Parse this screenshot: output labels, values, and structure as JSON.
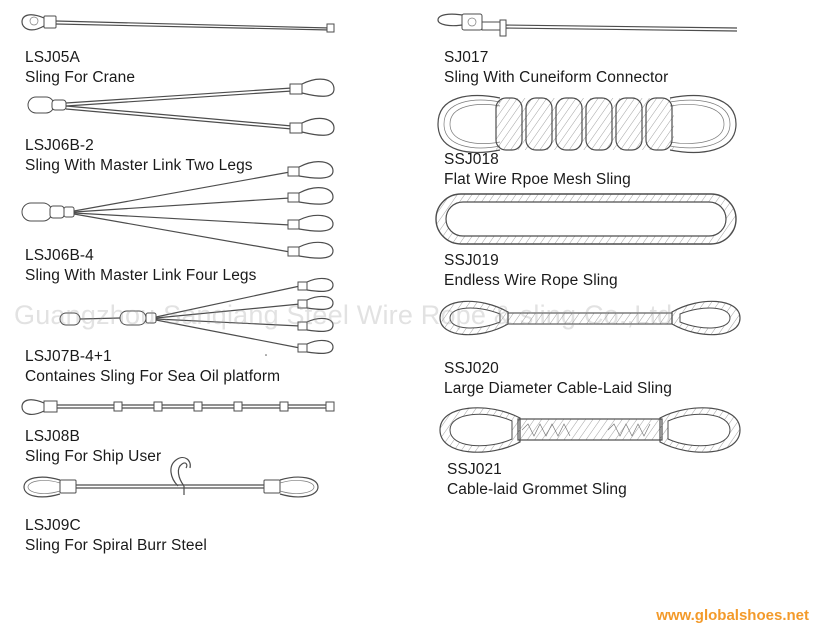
{
  "products": [
    {
      "code": "LSJ05A",
      "name": "Sling For Crane"
    },
    {
      "code": "LSJ06B-2",
      "name": "Sling With Master Link Two Legs"
    },
    {
      "code": "LSJ06B-4",
      "name": "Sling With Master Link Four Legs"
    },
    {
      "code": "LSJ07B-4+1",
      "name": "Containes Sling For Sea Oil platform"
    },
    {
      "code": "LSJ08B",
      "name": "Sling For Ship User"
    },
    {
      "code": "LSJ09C",
      "name": "Sling For Spiral Burr Steel"
    },
    {
      "code": "SJ017",
      "name": "Sling With Cuneiform Connector"
    },
    {
      "code": "SSJ018",
      "name": "Flat Wire Rpoe Mesh Sling"
    },
    {
      "code": "SSJ019",
      "name": "Endless Wire Rope Sling"
    },
    {
      "code": "SSJ020",
      "name": "Large Diameter Cable-Laid Sling"
    },
    {
      "code": "SSJ021",
      "name": "Cable-laid Grommet Sling"
    }
  ],
  "watermark": "Guangzhou Sanqiang Steel Wire Rope & sling Co.,Ltd",
  "website": "www.globalshoes.net",
  "colors": {
    "line": "#4d4d4d",
    "watermark": "#969696",
    "website": "#f39a2a"
  }
}
